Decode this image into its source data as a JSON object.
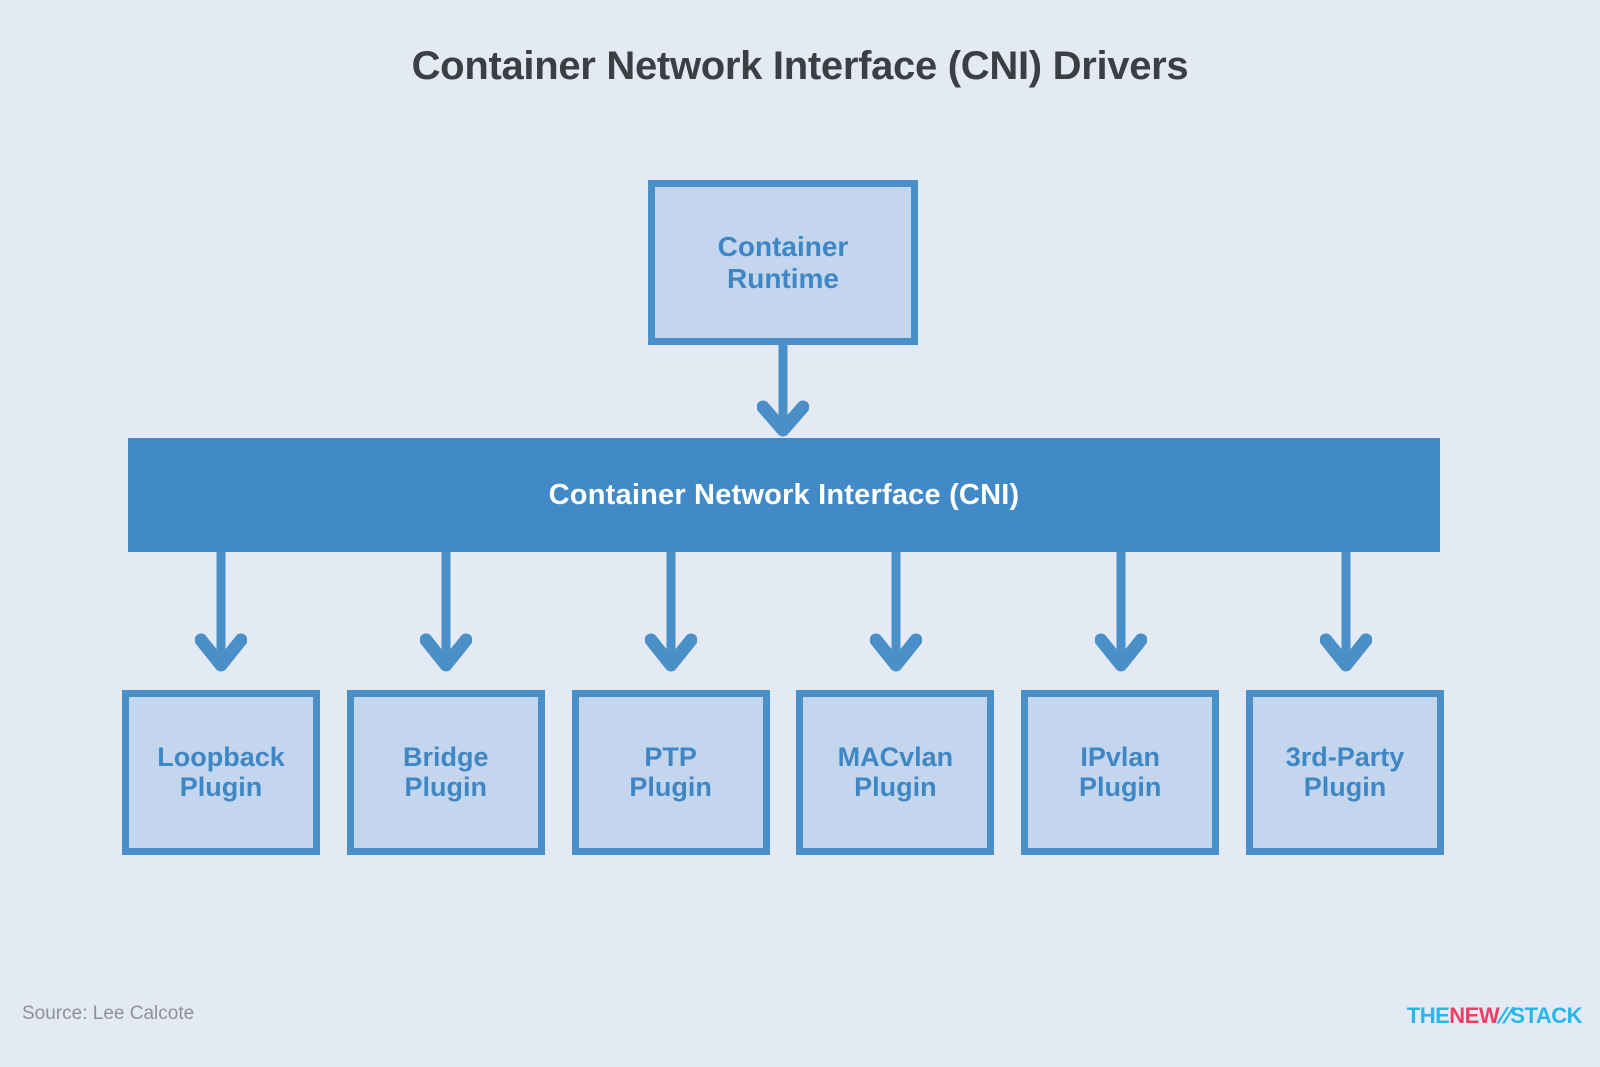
{
  "title": "Container Network Interface (CNI) Drivers",
  "runtime": {
    "line1": "Container",
    "line2": "Runtime"
  },
  "cni": {
    "label": "Container Network Interface (CNI)"
  },
  "plugins": [
    {
      "line1": "Loopback",
      "line2": "Plugin"
    },
    {
      "line1": "Bridge",
      "line2": "Plugin"
    },
    {
      "line1": "PTP",
      "line2": "Plugin"
    },
    {
      "line1": "MACvlan",
      "line2": "Plugin"
    },
    {
      "line1": "IPvlan",
      "line2": "Plugin"
    },
    {
      "line1": "3rd-Party",
      "line2": "Plugin"
    }
  ],
  "footer": {
    "source": "Source: Lee Calcote",
    "logo": {
      "the": "THE",
      "new": "NEW",
      "slash": "//",
      "stack": "STACK"
    }
  },
  "colors": {
    "background": "#e3eaf4",
    "box_fill": "#c3d6ed",
    "box_border": "#4a8fc8",
    "bar_fill": "#4189c7",
    "box_text": "#3f86c4",
    "bar_text": "#ffffff",
    "title_text": "#3b3f44",
    "source_text": "#8c919b",
    "logo_cyan": "#29b6e8",
    "logo_pink": "#ef3e64"
  }
}
